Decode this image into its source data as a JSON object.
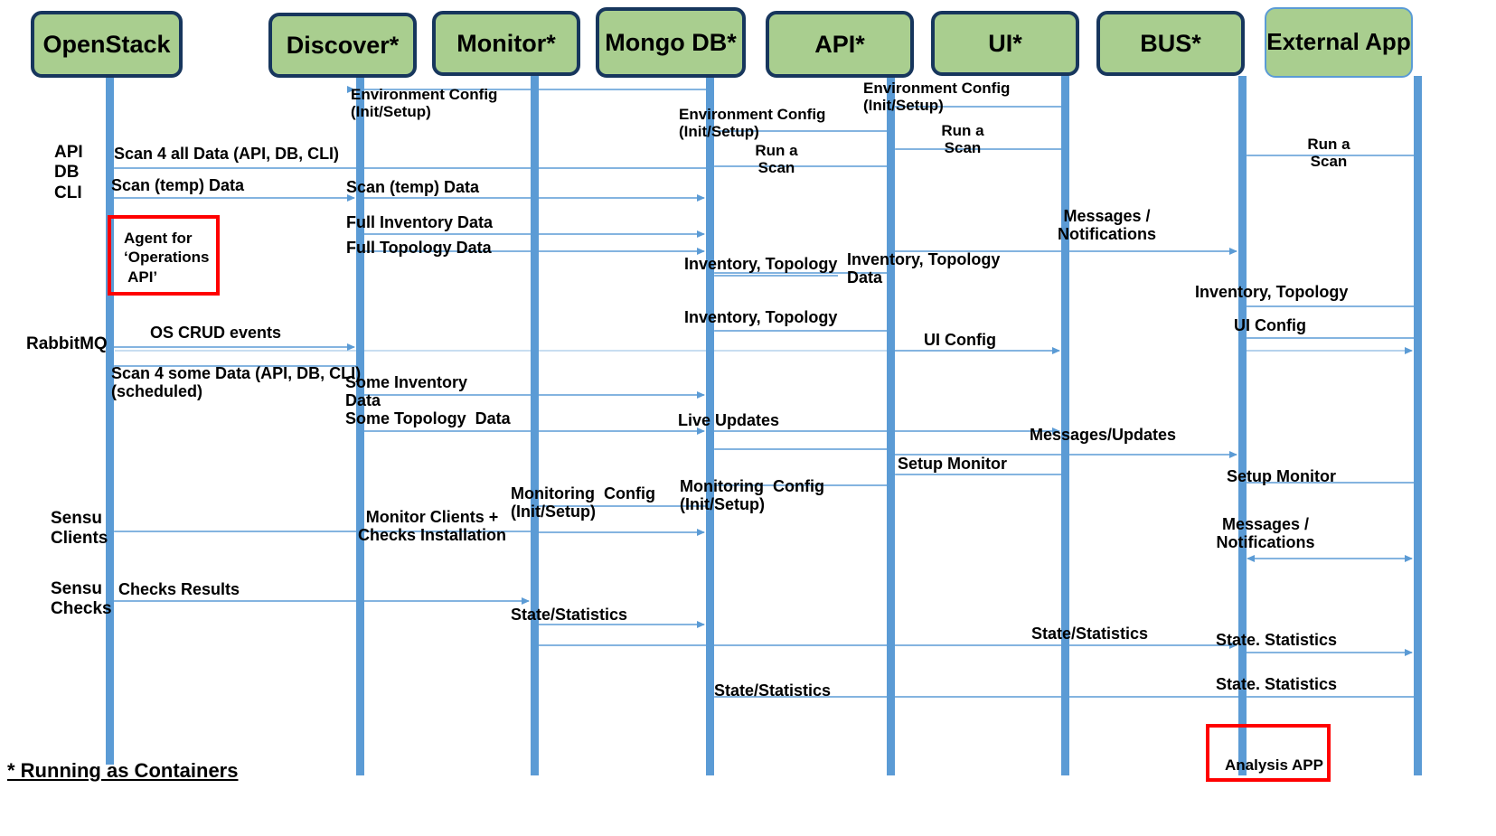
{
  "diagram": {
    "title": "Component Interaction Sequence Diagram",
    "footnote": "* Running as Containers",
    "colors": {
      "participant_fill": "#A9CE8F",
      "participant_border": "#17365D",
      "participant_border_light": "#5B9BD5",
      "lifeline": "#5B9BD5",
      "arrow": "#5B9BD5",
      "callout_border": "#FF0000",
      "text": "#000000",
      "background": "#FFFFFF"
    }
  },
  "participants": [
    {
      "id": "openstack",
      "label": "OpenStack",
      "running_as_container": false
    },
    {
      "id": "discover",
      "label": "Discover*",
      "running_as_container": true
    },
    {
      "id": "monitor",
      "label": "Monitor*",
      "running_as_container": true
    },
    {
      "id": "mongodb",
      "label": "Mongo\nDB*",
      "running_as_container": true
    },
    {
      "id": "api",
      "label": "API*",
      "running_as_container": true
    },
    {
      "id": "ui",
      "label": "UI*",
      "running_as_container": true
    },
    {
      "id": "bus",
      "label": "BUS*",
      "running_as_container": true
    },
    {
      "id": "externalapp",
      "label": "External\nApp",
      "running_as_container": false
    }
  ],
  "side_labels": [
    {
      "id": "api-db-cli",
      "text": "API\nDB\nCLI"
    },
    {
      "id": "rabbitmq",
      "text": "RabbitMQ"
    },
    {
      "id": "sensu-clients",
      "text": "Sensu\nClients"
    },
    {
      "id": "sensu-checks",
      "text": "Sensu\nChecks"
    }
  ],
  "callouts": [
    {
      "id": "agent-operations-api",
      "text": "Agent for\n‘Operations\n API’"
    },
    {
      "id": "analysis-app",
      "text": "Analysis APP"
    }
  ],
  "messages": [
    {
      "id": "m01",
      "label": "Environment Config\n(Init/Setup)",
      "from": "mongodb",
      "to": "discover",
      "direction": "left"
    },
    {
      "id": "m02",
      "label": "Environment Config\n(Init/Setup)",
      "from": "ui",
      "to": "api",
      "direction": "left"
    },
    {
      "id": "m03",
      "label": "Environment Config\n(Init/Setup)",
      "from": "api",
      "to": "mongodb",
      "direction": "left"
    },
    {
      "id": "m04",
      "label": "Run a\nScan",
      "from": "ui",
      "to": "api",
      "direction": "left"
    },
    {
      "id": "m05",
      "label": "Run a\nScan",
      "from": "api",
      "to": "mongodb",
      "direction": "left"
    },
    {
      "id": "m06",
      "label": "Run a\nScan",
      "from": "externalapp",
      "to": "bus",
      "direction": "left"
    },
    {
      "id": "m07",
      "label": "Scan 4 all Data (API, DB, CLI)",
      "from": "mongodb",
      "to": "openstack",
      "direction": "left"
    },
    {
      "id": "m08",
      "label": "Scan (temp) Data",
      "from": "openstack",
      "to": "discover",
      "direction": "right"
    },
    {
      "id": "m09",
      "label": "Scan (temp) Data",
      "from": "discover",
      "to": "mongodb",
      "direction": "right"
    },
    {
      "id": "m10",
      "label": "Full Inventory Data",
      "from": "discover",
      "to": "mongodb",
      "direction": "right"
    },
    {
      "id": "m11",
      "label": "Full Topology Data",
      "from": "discover",
      "to": "mongodb",
      "direction": "right"
    },
    {
      "id": "m12",
      "label": "Messages /\nNotifications",
      "from": "api",
      "to": "bus",
      "direction": "right"
    },
    {
      "id": "m13",
      "label": "Inventory, Topology\nData",
      "from": "api",
      "to": "mongodb",
      "direction": "left"
    },
    {
      "id": "m14",
      "label": "Inventory, Topology",
      "from": "mongodb",
      "to": "api",
      "direction": "left"
    },
    {
      "id": "m15",
      "label": "Inventory, Topology",
      "from": "externalapp",
      "to": "bus",
      "direction": "left"
    },
    {
      "id": "m16",
      "label": "Inventory, Topology",
      "from": "api",
      "to": "mongodb",
      "direction": "left"
    },
    {
      "id": "m17",
      "label": "UI Config",
      "from": "externalapp",
      "to": "bus",
      "direction": "left"
    },
    {
      "id": "m18",
      "label": "UI Config",
      "from": "api",
      "to": "ui",
      "direction": "right"
    },
    {
      "id": "m19",
      "label": "OS CRUD events",
      "from": "openstack",
      "to": "discover",
      "direction": "right"
    },
    {
      "id": "m20",
      "label": "Scan 4 some Data (API, DB, CLI)\n(scheduled)",
      "from": "discover",
      "to": "openstack",
      "direction": "left"
    },
    {
      "id": "m21",
      "label": "Some Inventory\nData",
      "from": "discover",
      "to": "mongodb",
      "direction": "right"
    },
    {
      "id": "m22",
      "label": "Some Topology  Data",
      "from": "discover",
      "to": "mongodb",
      "direction": "right"
    },
    {
      "id": "m23",
      "label": "Live Updates",
      "from": "mongodb",
      "to": "ui",
      "direction": "right"
    },
    {
      "id": "m24",
      "label": "Messages/Updates",
      "from": "api",
      "to": "bus",
      "direction": "right"
    },
    {
      "id": "m25",
      "label": "Setup Monitor",
      "from": "ui",
      "to": "api",
      "direction": "left"
    },
    {
      "id": "m26",
      "label": "Setup Monitor",
      "from": "externalapp",
      "to": "bus",
      "direction": "left"
    },
    {
      "id": "m27",
      "label": "Monitoring  Config\n(Init/Setup)",
      "from": "mongodb",
      "to": "monitor",
      "direction": "left"
    },
    {
      "id": "m28",
      "label": "Monitoring  Config\n(Init/Setup)",
      "from": "api",
      "to": "mongodb",
      "direction": "left"
    },
    {
      "id": "m29",
      "label": "Monitor Clients +\nChecks Installation",
      "from": "monitor",
      "to": "openstack",
      "direction": "left"
    },
    {
      "id": "m30",
      "label": "Messages /\nNotifications",
      "from": "bus",
      "to": "externalapp",
      "direction": "both"
    },
    {
      "id": "m31",
      "label": "Checks Results",
      "from": "openstack",
      "to": "monitor",
      "direction": "right"
    },
    {
      "id": "m32",
      "label": "State/Statistics",
      "from": "monitor",
      "to": "mongodb",
      "direction": "right"
    },
    {
      "id": "m33",
      "label": "State/Statistics",
      "from": "mongodb",
      "to": "bus",
      "direction": "right"
    },
    {
      "id": "m34",
      "label": "State. Statistics",
      "from": "bus",
      "to": "externalapp",
      "direction": "right"
    },
    {
      "id": "m35",
      "label": "State/Statistics",
      "from": "api",
      "to": "mongodb",
      "direction": "left"
    },
    {
      "id": "m36",
      "label": "State. Statistics",
      "from": "externalapp",
      "to": "bus",
      "direction": "left"
    }
  ]
}
